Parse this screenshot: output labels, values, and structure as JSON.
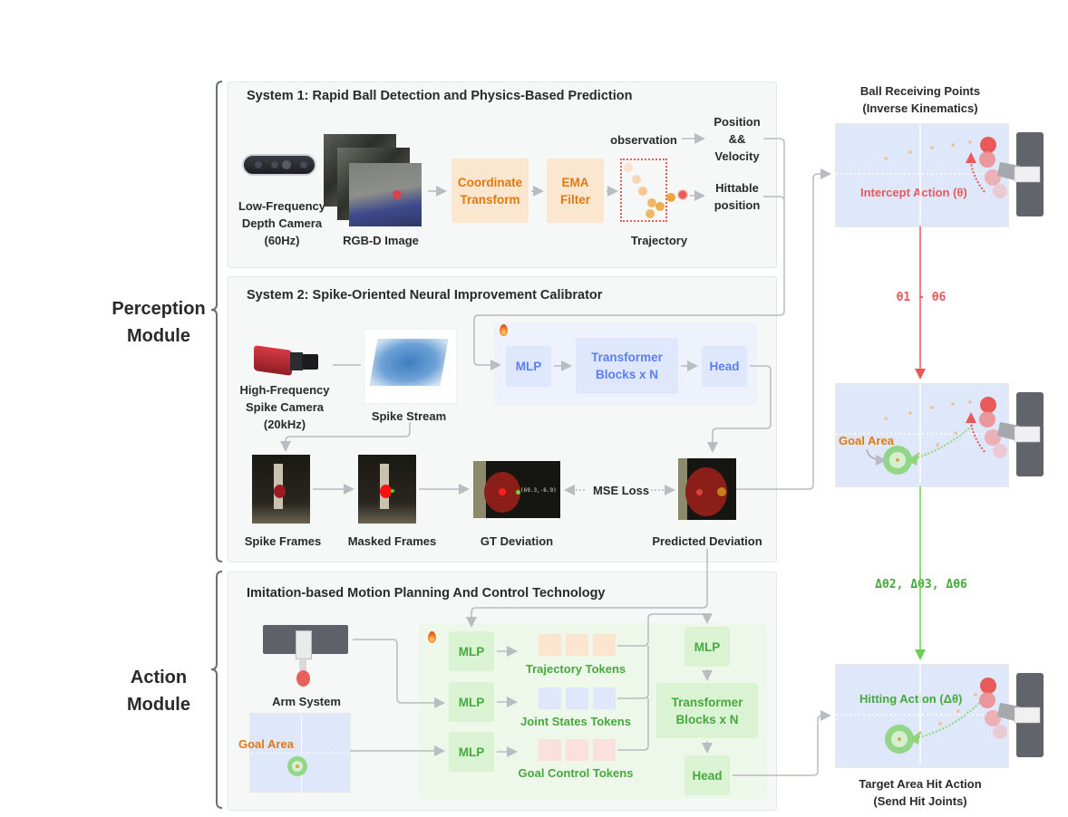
{
  "modules": {
    "perception": [
      "Perception",
      "Module"
    ],
    "action": [
      "Action",
      "Module"
    ]
  },
  "system1": {
    "title": "System 1: Rapid Ball Detection and Physics-Based Prediction",
    "camera_label": [
      "Low-Frequency",
      "Depth Camera",
      "(60Hz)"
    ],
    "image_label": "RGB-D Image",
    "coord_transform": [
      "Coordinate",
      "Transform"
    ],
    "ema_filter": [
      "EMA",
      "Filter"
    ],
    "trajectory_label": "Trajectory",
    "observation_label": "observation",
    "pos_vel": [
      "Position",
      "&&",
      "Velocity"
    ],
    "hittable": [
      "Hittable",
      "position"
    ]
  },
  "system2": {
    "title": "System 2: Spike-Oriented Neural Improvement Calibrator",
    "camera_label": [
      "High-Frequency",
      "Spike Camera",
      "(20kHz)"
    ],
    "spike_stream": "Spike Stream",
    "mlp": "MLP",
    "transformer": [
      "Transformer",
      "Blocks x N"
    ],
    "head": "Head",
    "spike_frames": "Spike Frames",
    "masked_frames": "Masked Frames",
    "gt_deviation": "GT Deviation",
    "gt_coord": "(69.3,-6.9)",
    "mse_loss": "MSE Loss",
    "predicted_deviation": "Predicted Deviation"
  },
  "action_panel": {
    "title": "Imitation-based Motion Planning And Control Technology",
    "arm_system": "Arm System",
    "goal_area": "Goal Area",
    "mlp": "MLP",
    "trajectory_tokens": "Trajectory Tokens",
    "joint_states_tokens": "Joint States Tokens",
    "goal_control_tokens": "Goal Control Tokens",
    "transformer": [
      "Transformer",
      "Blocks x N"
    ],
    "head": "Head"
  },
  "right_column": {
    "top_title": [
      "Ball Receiving Points",
      "(Inverse Kinematics)"
    ],
    "intercept_action": "Intercept Action (θ)",
    "theta_range": "θ1 - θ6",
    "goal_area": "Goal Area",
    "delta_thetas": "Δθ2, Δθ3, Δθ6",
    "hitting_action": "Hitting Action (Δθ)",
    "bottom_title": [
      "Target Area Hit Action",
      "(Send Hit Joints)"
    ]
  },
  "colors": {
    "orange": "#e07a10",
    "blue": "#5b7ff0",
    "green": "#46a83d",
    "red": "#e85a5a",
    "connector": "#b9bcc0"
  }
}
